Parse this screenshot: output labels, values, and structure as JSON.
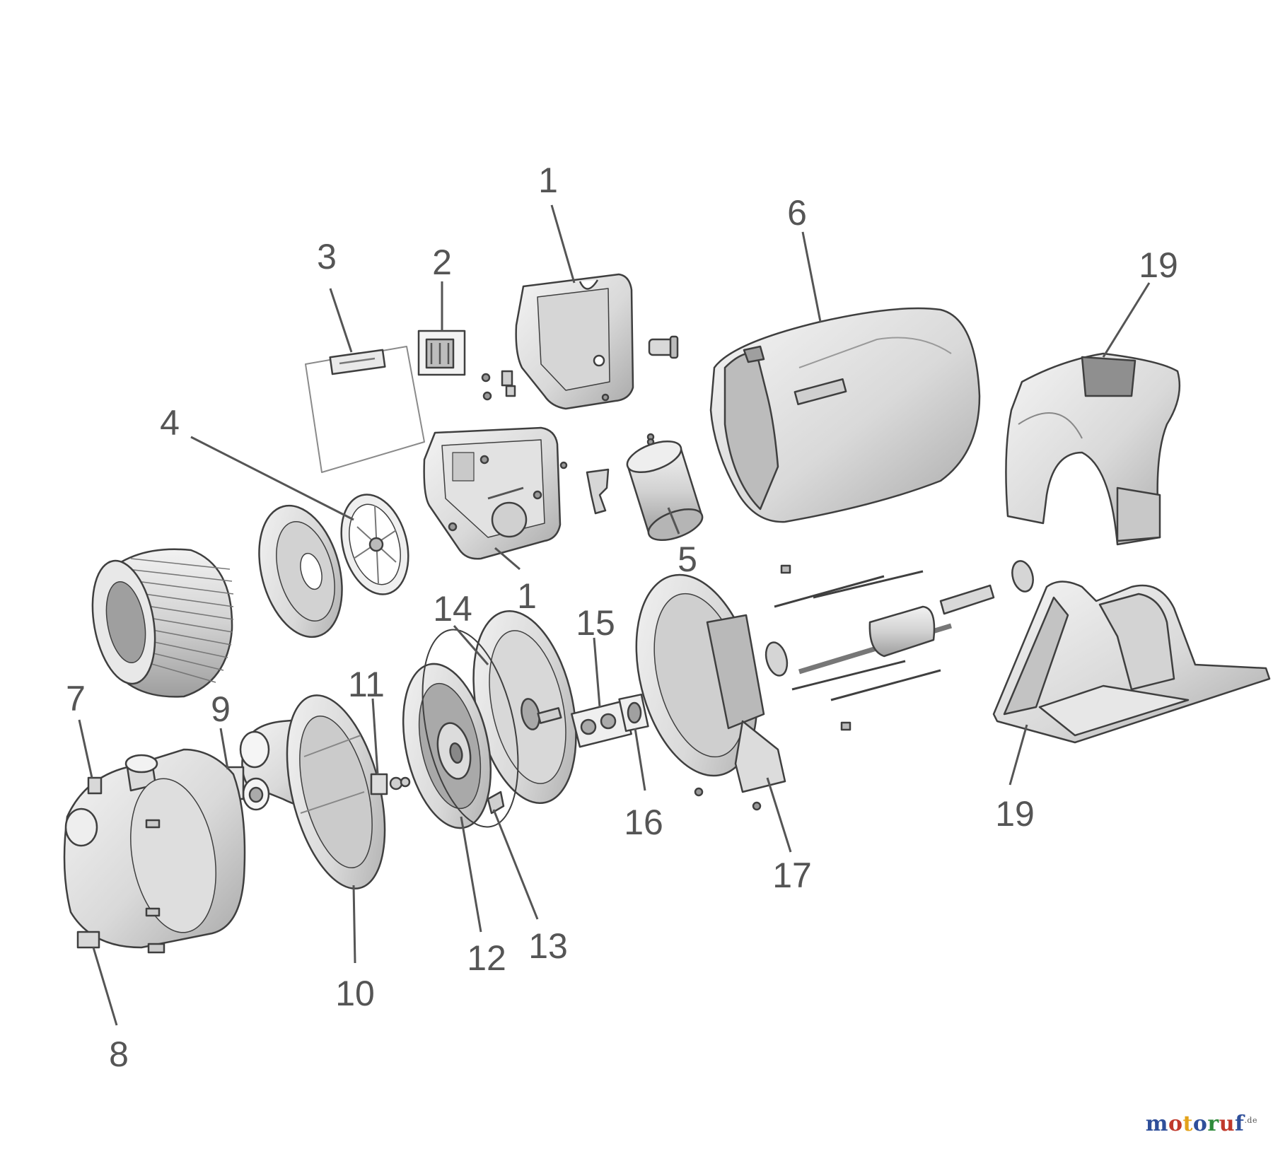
{
  "callouts": [
    {
      "id": "c1a",
      "label": "1"
    },
    {
      "id": "c1b",
      "label": "1"
    },
    {
      "id": "c2",
      "label": "2"
    },
    {
      "id": "c3",
      "label": "3"
    },
    {
      "id": "c4",
      "label": "4"
    },
    {
      "id": "c5",
      "label": "5"
    },
    {
      "id": "c6",
      "label": "6"
    },
    {
      "id": "c7",
      "label": "7"
    },
    {
      "id": "c8",
      "label": "8"
    },
    {
      "id": "c9",
      "label": "9"
    },
    {
      "id": "c10",
      "label": "10"
    },
    {
      "id": "c11",
      "label": "11"
    },
    {
      "id": "c12",
      "label": "12"
    },
    {
      "id": "c13",
      "label": "13"
    },
    {
      "id": "c14",
      "label": "14"
    },
    {
      "id": "c15",
      "label": "15"
    },
    {
      "id": "c16",
      "label": "16"
    },
    {
      "id": "c17",
      "label": "17"
    },
    {
      "id": "c19a",
      "label": "19"
    },
    {
      "id": "c19b",
      "label": "19"
    }
  ],
  "watermark": {
    "letters": [
      {
        "char": "m",
        "color": "#2f4f9a"
      },
      {
        "char": "o",
        "color": "#c0392b"
      },
      {
        "char": "t",
        "color": "#e3a21a"
      },
      {
        "char": "o",
        "color": "#2f4f9a"
      },
      {
        "char": "r",
        "color": "#2e8b3a"
      },
      {
        "char": "u",
        "color": "#c0392b"
      },
      {
        "char": "f",
        "color": "#2f4f9a"
      }
    ],
    "suffix": ".de"
  },
  "colors": {
    "part_fill": "#e4e4e4",
    "part_shade": "#c4c4c4",
    "part_stroke": "#3f3f3f",
    "label": "#555555"
  }
}
